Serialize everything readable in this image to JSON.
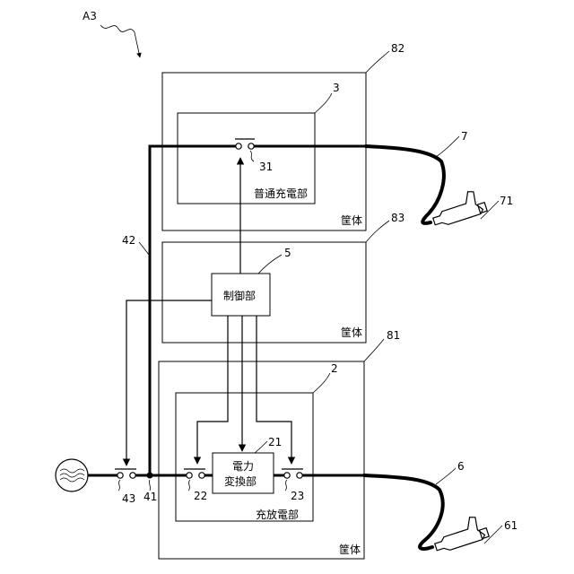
{
  "figure": {
    "id_label": "A3"
  },
  "housings": [
    {
      "ref": "82",
      "label": "筐体"
    },
    {
      "ref": "83",
      "label": "筐体"
    },
    {
      "ref": "81",
      "label": "筐体"
    }
  ],
  "units": {
    "normal_charger": {
      "ref": "3",
      "label": "普通充電部"
    },
    "control": {
      "ref": "5",
      "label": "制御部"
    },
    "charge_discharge": {
      "ref": "2",
      "label": "充放電部"
    },
    "power_converter": {
      "ref": "21",
      "label_line1": "電力",
      "label_line2": "変換部"
    }
  },
  "switches": {
    "s31": "31",
    "s22": "22",
    "s23": "23",
    "s43": "43"
  },
  "lines": {
    "l42": "42",
    "l41": "41"
  },
  "cables": {
    "c7": "7",
    "c6": "6"
  },
  "connectors": {
    "n71": "71",
    "n61": "61"
  },
  "source": {
    "icon": "ac-power-source-icon"
  }
}
